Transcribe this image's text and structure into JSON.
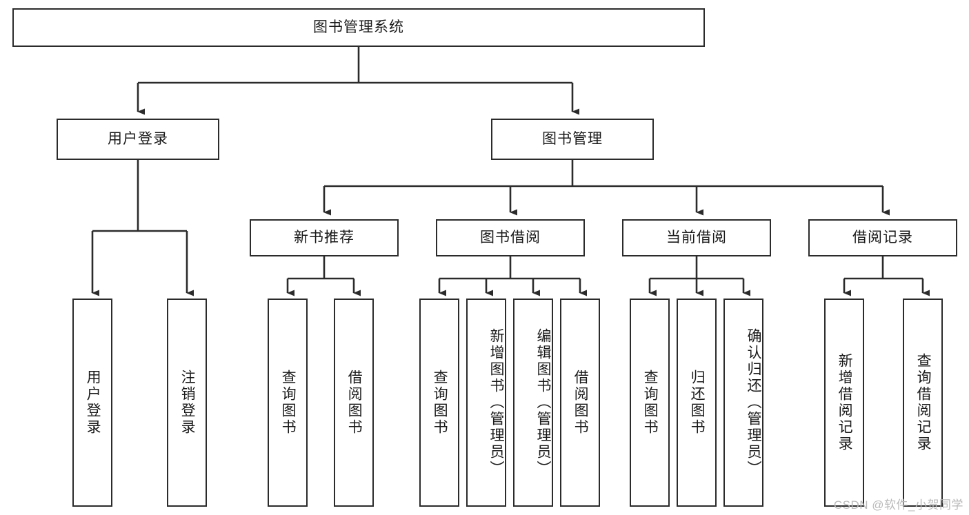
{
  "diagram": {
    "title": "图书管理系统",
    "type": "tree-hierarchy-diagram",
    "watermark": "CSDN @软件_小贺同学",
    "colors": {
      "box_border": "#2b2b2b",
      "box_fill": "#ffffff",
      "edge": "#2b2b2b",
      "text": "#1a1a1a",
      "watermark": "#b9b9b9",
      "background": "#ffffff"
    },
    "root": {
      "label": "图书管理系统"
    },
    "level2": [
      {
        "label": "用户登录"
      },
      {
        "label": "图书管理"
      }
    ],
    "level3": [
      {
        "label": "新书推荐"
      },
      {
        "label": "图书借阅"
      },
      {
        "label": "当前借阅"
      },
      {
        "label": "借阅记录"
      }
    ],
    "leaves": {
      "user_login": [
        {
          "label": "用户登录"
        },
        {
          "label": "注销登录"
        }
      ],
      "new_book_recommend": [
        {
          "label": "查询图书"
        },
        {
          "label": "借阅图书"
        }
      ],
      "book_borrow": [
        {
          "label": "查询图书"
        },
        {
          "label": "新增图书（管理员）"
        },
        {
          "label": "编辑图书（管理员）"
        },
        {
          "label": "借阅图书"
        }
      ],
      "current_borrow": [
        {
          "label": "查询图书"
        },
        {
          "label": "归还图书"
        },
        {
          "label": "确认归还（管理员）"
        }
      ],
      "borrow_record": [
        {
          "label": "新增借阅记录"
        },
        {
          "label": "查询借阅记录"
        }
      ]
    }
  }
}
